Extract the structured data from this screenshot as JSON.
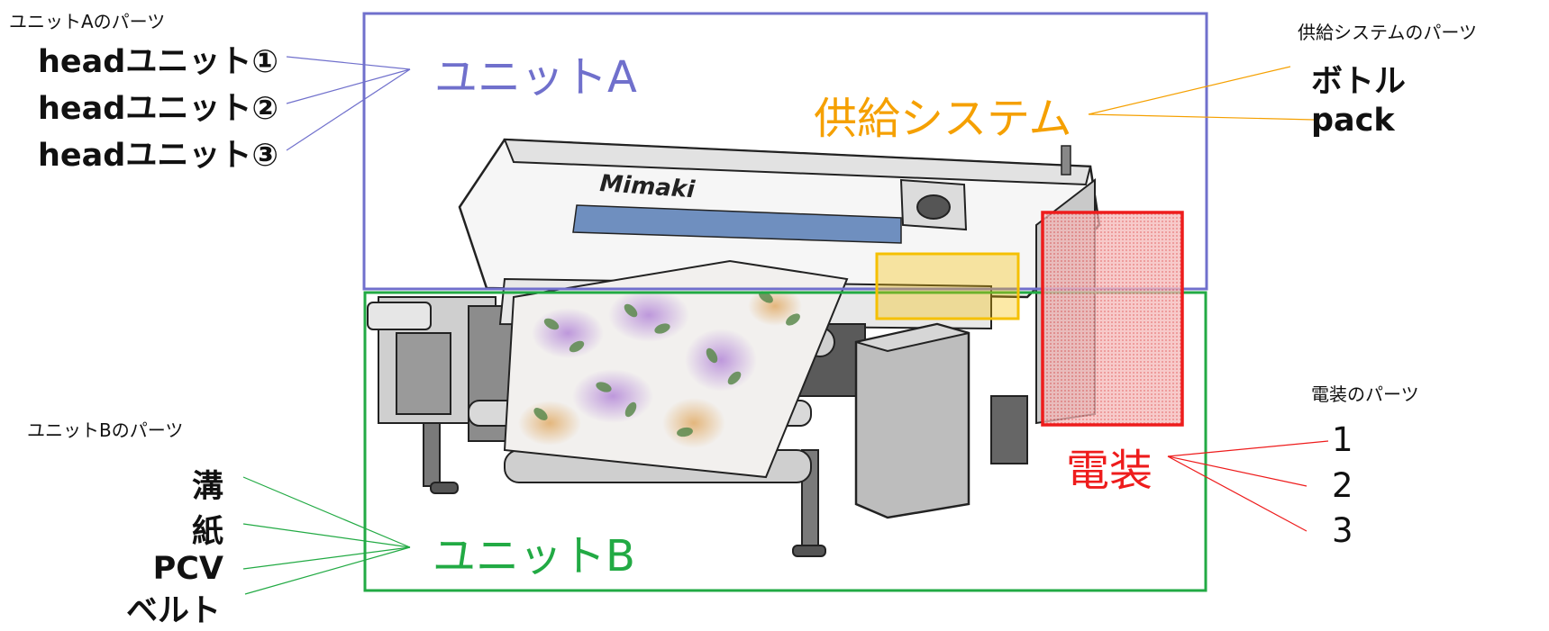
{
  "unit_a": {
    "group_label": "ユニットAのパーツ",
    "title": "ユニットA",
    "color": "#7070cc",
    "parts": [
      "headユニット①",
      "headユニット②",
      "headユニット③"
    ]
  },
  "supply": {
    "group_label": "供給システムのパーツ",
    "title": "供給システム",
    "color": "#f5a000",
    "highlight_color": "#f5c000",
    "parts": [
      "ボトル",
      "pack"
    ]
  },
  "electrical": {
    "group_label": "電装のパーツ",
    "title": "電装",
    "color": "#ee1c1c",
    "parts": [
      "1",
      "2",
      "3"
    ]
  },
  "unit_b": {
    "group_label": "ユニットBのパーツ",
    "title": "ユニットB",
    "color": "#22aa44",
    "parts": [
      "溝",
      "紙",
      "PCV",
      "ベルト"
    ]
  },
  "printer": {
    "brand": "Mimaki"
  }
}
